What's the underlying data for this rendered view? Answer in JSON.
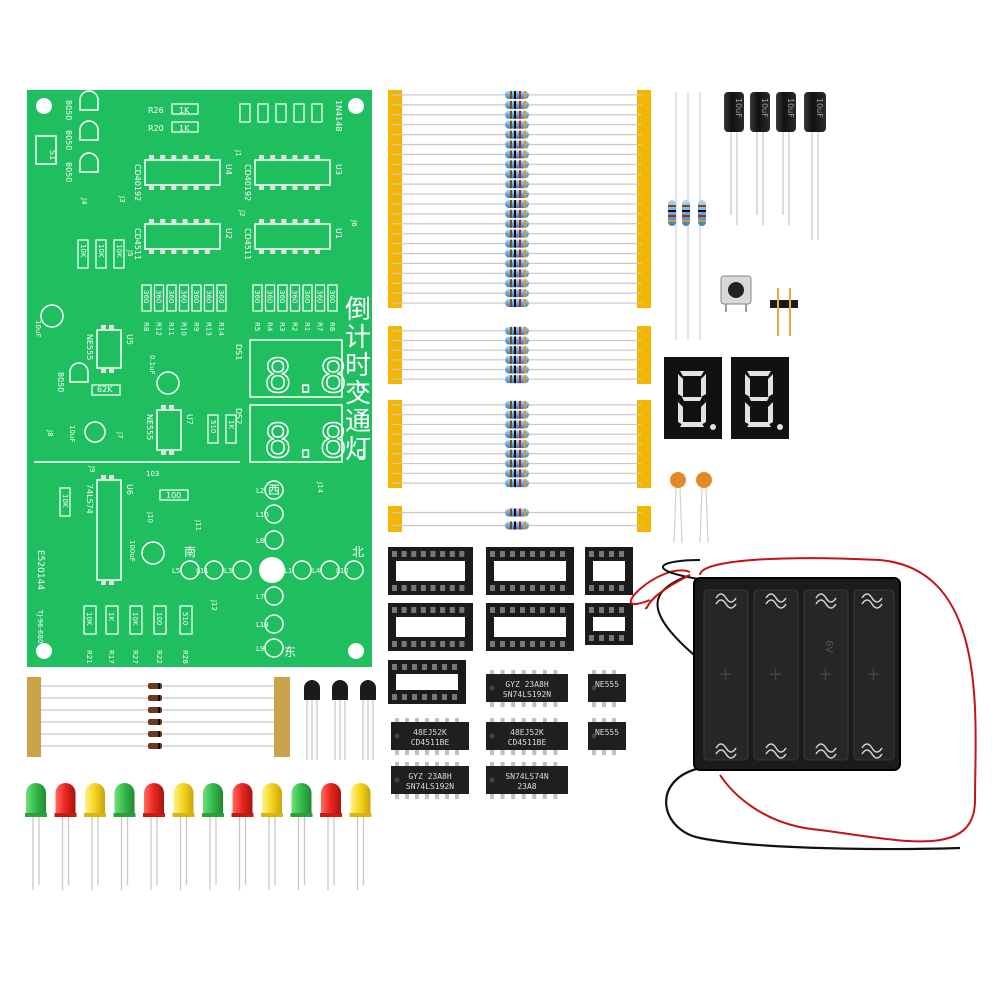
{
  "pcb": {
    "title_vertical": "倒计时交通灯",
    "dir_west": "西",
    "dir_south": "南",
    "dir_north": "北",
    "dir_east": "东",
    "side_code": "E520144",
    "side_code2": "TJ-96-680",
    "ic_labels": [
      "CD40192",
      "CD40192",
      "CD4511",
      "CD4511",
      "NE555",
      "NE555",
      "74LS74"
    ],
    "ref_u": [
      "U4",
      "U3",
      "U2",
      "U1",
      "U5",
      "U6",
      "U7"
    ],
    "transistor_labels": [
      "8050",
      "8050",
      "8050",
      "8050"
    ],
    "resistor_values_top": [
      "1K",
      "1K"
    ],
    "resistor_refs_top": [
      "R26",
      "R20"
    ],
    "diode_label": "1N4148",
    "r10k": [
      "10K",
      "10K",
      "10K"
    ],
    "r360_row1": [
      "360",
      "360",
      "360",
      "360",
      "360",
      "360",
      "360"
    ],
    "r360_row2": [
      "360",
      "360",
      "360",
      "360",
      "360",
      "360",
      "360"
    ],
    "row1_refs": [
      "R8",
      "R12",
      "R11",
      "R10",
      "R9",
      "R13",
      "R14"
    ],
    "row2_refs": [
      "R5",
      "R4",
      "R3",
      "R2",
      "R1",
      "R7",
      "R6"
    ],
    "r62k": "62K",
    "r510": "510",
    "r1k_mid": "1K",
    "r100": "100",
    "bottom_resistors": [
      "10K",
      "1K",
      "10K",
      "100",
      "510"
    ],
    "bottom_refs": [
      "R21",
      "R17",
      "R27",
      "R22",
      "R28"
    ],
    "cap_labels": [
      "10uF",
      "0.1uF",
      "10uF",
      "100uF",
      "103"
    ],
    "ds_labels": [
      "DS1",
      "DS2"
    ],
    "led_refs": [
      "L2",
      "L10",
      "L8",
      "L5",
      "L11",
      "L3",
      "L7",
      "L13",
      "L9",
      "L1",
      "L4",
      "L12",
      "L6"
    ],
    "switch_label": "S1",
    "jumper_labels": [
      "J4",
      "J3",
      "J1",
      "J2",
      "J5",
      "J6",
      "J7",
      "J8",
      "J9",
      "J10",
      "J11",
      "J12",
      "J14"
    ]
  },
  "chips": [
    {
      "line1": "48EJ52K",
      "line2": "CD4511BE"
    },
    {
      "line1": "48EJ52K",
      "line2": "CD4511BE"
    },
    {
      "line1": "GYZ 23A8H",
      "line2": "SN74LS192N"
    },
    {
      "line1": "GYZ 23A8H",
      "line2": "SN74LS192N"
    },
    {
      "line1": "SN74LS74N",
      "line2": "23A8"
    },
    {
      "line1": "NE555",
      "line2": ""
    },
    {
      "line1": "NE555",
      "line2": ""
    }
  ],
  "capacitor_text": "10uF",
  "battery_text": "6V",
  "colors": {
    "pcb": "#1fbf60",
    "pcb_dark": "#16a34f",
    "tape": "#f2b600",
    "resistor": "#7fb7e8",
    "led_green": "#34b84a",
    "led_red": "#e8251f",
    "led_yellow": "#f3d21a",
    "black_part": "#1b1b1b"
  }
}
